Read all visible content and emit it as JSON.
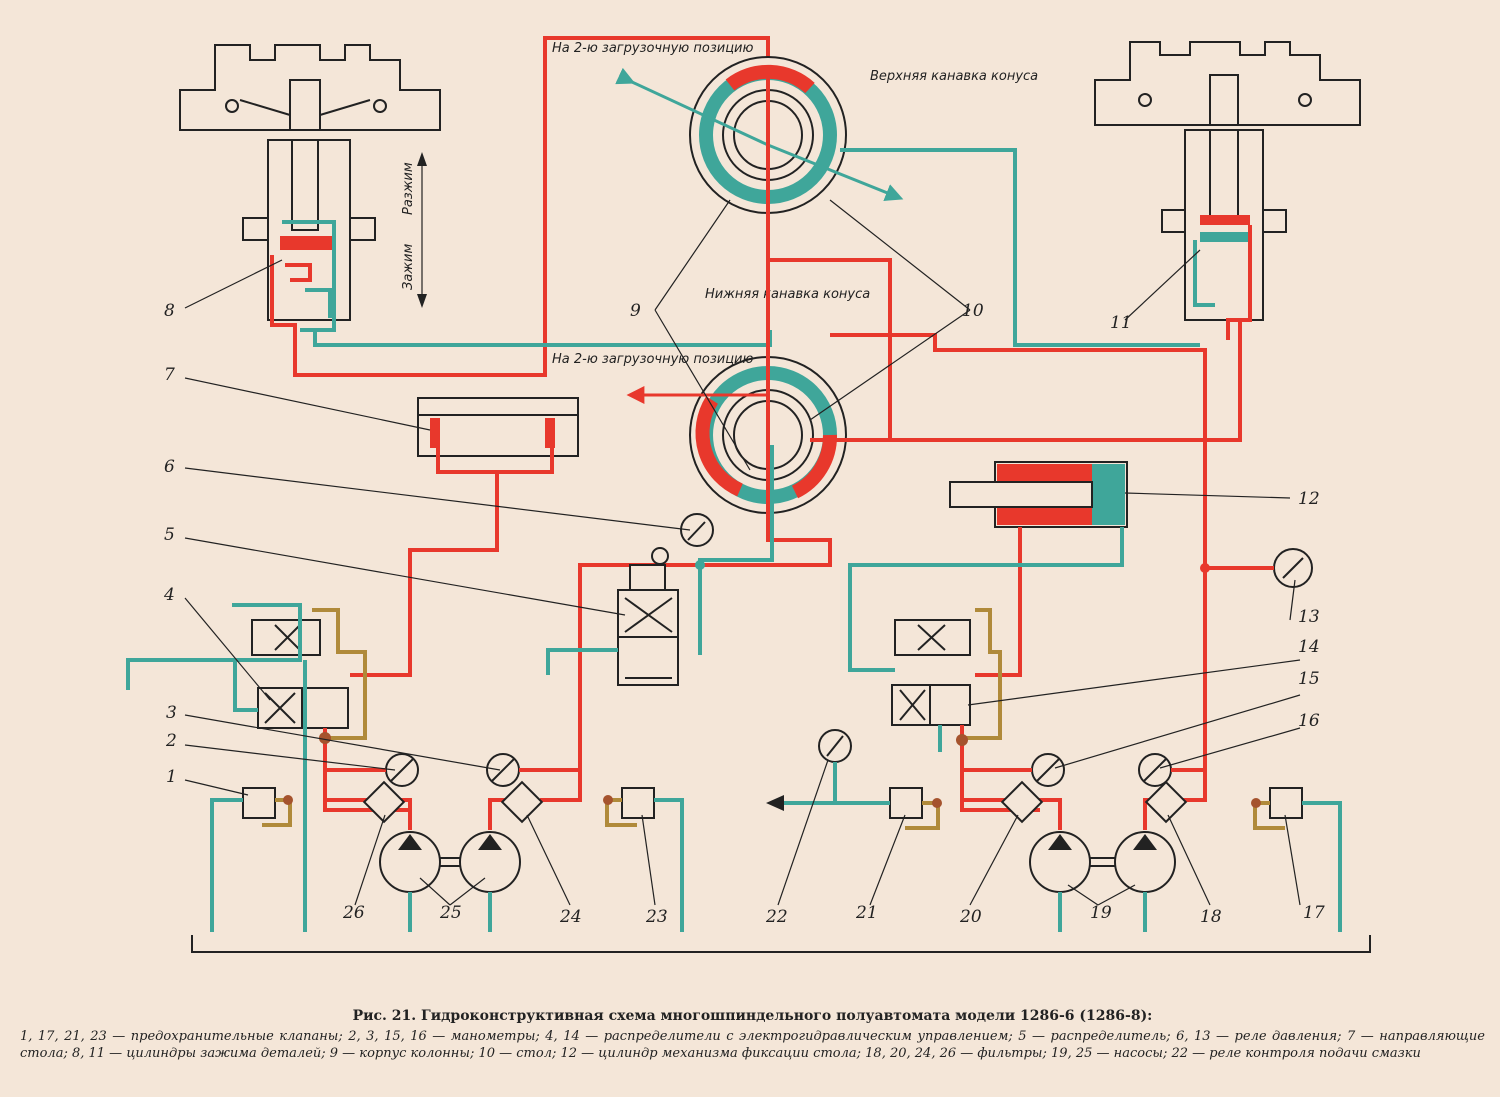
{
  "caption": {
    "title": "Рис. 21. Гидроконструктивная схема многошпиндельного полуавтомата модели 1286-6 (1286-8):",
    "legend": "1, 17, 21, 23 — предохранительные клапаны; 2, 3, 15, 16 — манометры; 4, 14 — распределители с электрогидравлическим управлением; 5 — распределитель; 6, 13 — реле давления; 7 — направляющие стола; 8, 11 — цилиндры зажима деталей; 9 — корпус колонны; 10 — стол; 12 — цилиндр механизма фиксации стола; 18, 20, 24, 26 — фильтры; 19, 25 — насосы; 22 — реле контроля подачи смазки"
  },
  "annotations": {
    "upper_position": "На 2-ю загрузочную позицию",
    "lower_position": "На 2-ю загрузочную позицию",
    "upper_groove": "Верхняя канавка конуса",
    "lower_groove": "Нижняя канавка конуса",
    "clamp": "Зажим",
    "unclamp": "Разжим"
  },
  "callouts": [
    "1",
    "2",
    "3",
    "4",
    "5",
    "6",
    "7",
    "8",
    "9",
    "10",
    "11",
    "12",
    "13",
    "14",
    "15",
    "16",
    "17",
    "18",
    "19",
    "20",
    "21",
    "22",
    "23",
    "24",
    "25",
    "26"
  ],
  "colors": {
    "pressure": "#e8382c",
    "drain": "#3fa69a",
    "pilot": "#b08a3a",
    "paper": "#f4e6d8"
  }
}
